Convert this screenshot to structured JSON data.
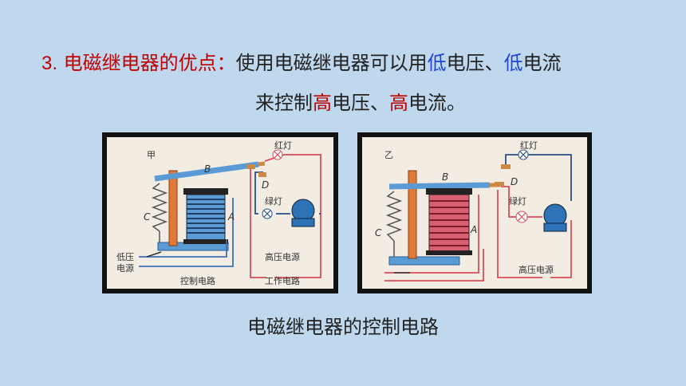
{
  "heading": {
    "number": "3.",
    "label": "电磁继电器的优点：",
    "l1a": "使用电磁继电器可以用",
    "l1b": "低",
    "l1c": "电压、",
    "l1d": "低",
    "l1e": "电流",
    "l2a": "来控制",
    "l2b": "高",
    "l2c": "电压、",
    "l2d": "高",
    "l2e": "电流。"
  },
  "left": {
    "mark": "甲",
    "b": "B",
    "c": "C",
    "d": "D",
    "a": "A",
    "red_lamp": "红灯",
    "green_lamp": "绿灯",
    "low_voltage_1": "低压",
    "low_voltage_2": "电源",
    "control_circuit": "控制电路",
    "high_voltage": "高压电源",
    "work_circuit": "工作电路"
  },
  "right": {
    "mark": "乙",
    "b": "B",
    "c": "C",
    "d": "D",
    "a": "A",
    "red_lamp": "红灯",
    "green_lamp": "绿灯",
    "high_voltage": "高压电源"
  },
  "caption": "电磁继电器的控制电路",
  "colors": {
    "title_red": "#c00000",
    "accent_blue": "#2244dd",
    "background": "#bfd8ee",
    "wire_red": "#d94c5a"
  }
}
